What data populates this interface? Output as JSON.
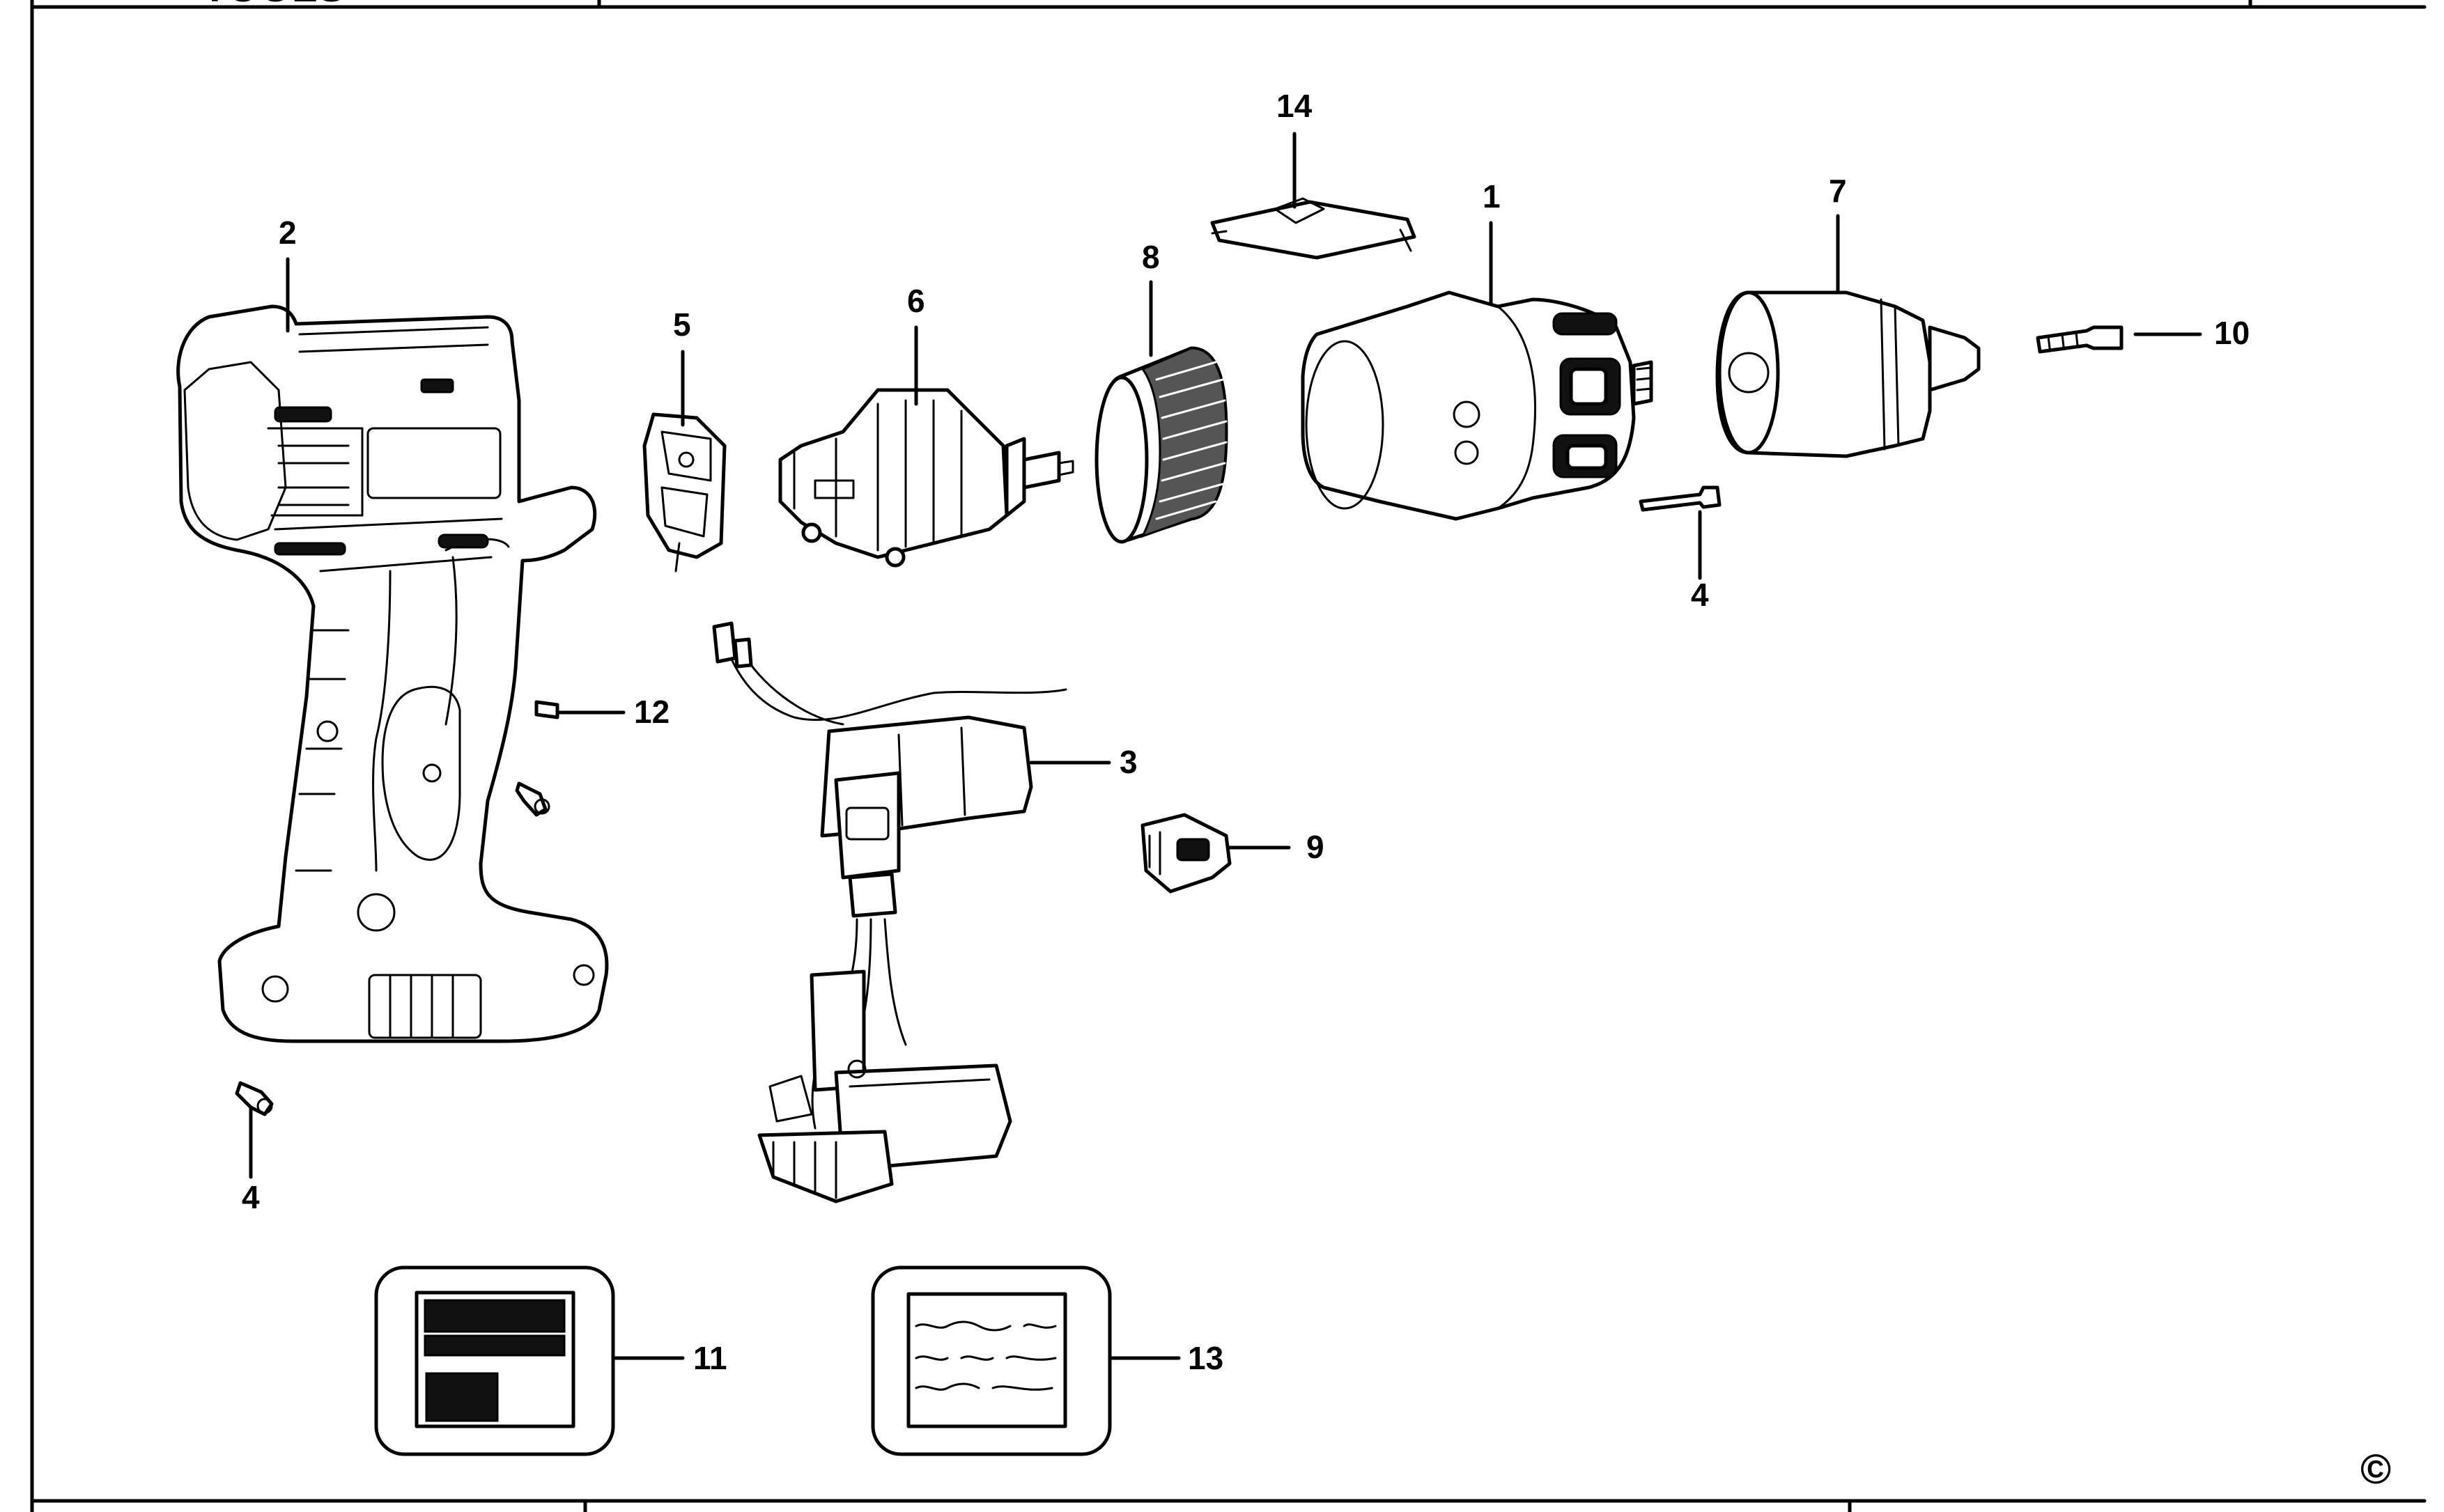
{
  "brand_fragment": "TOOLS",
  "copyright_symbol": "©",
  "footer_text": "",
  "callouts": [
    {
      "id": "1",
      "label": "1",
      "part": "gearbox"
    },
    {
      "id": "2",
      "label": "2",
      "part": "housing"
    },
    {
      "id": "3",
      "label": "3",
      "part": "switch-and-wiring"
    },
    {
      "id": "4a",
      "label": "4",
      "part": "screw-chuck"
    },
    {
      "id": "4b",
      "label": "4",
      "part": "screw-housing"
    },
    {
      "id": "5",
      "label": "5",
      "part": "brush-holder"
    },
    {
      "id": "6",
      "label": "6",
      "part": "connector"
    },
    {
      "id": "7",
      "label": "7",
      "part": "chuck"
    },
    {
      "id": "8",
      "label": "8",
      "part": "field"
    },
    {
      "id": "9",
      "label": "9",
      "part": "armature"
    },
    {
      "id": "10",
      "label": "10",
      "part": "chuck-screw"
    },
    {
      "id": "11",
      "label": "11",
      "part": "label-plate"
    },
    {
      "id": "12",
      "label": "12",
      "part": "screw-small"
    },
    {
      "id": "13",
      "label": "13",
      "part": "warning-label"
    },
    {
      "id": "14",
      "label": "14",
      "part": "clip"
    }
  ]
}
